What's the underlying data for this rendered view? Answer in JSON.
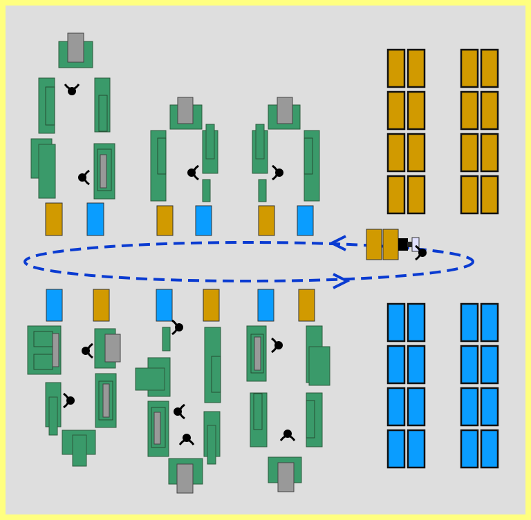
{
  "colors": {
    "frame": "#ffff80",
    "floor": "#dedede",
    "equipment": "#3a9a6a",
    "machine": "#999999",
    "gold_bin": "#d19a00",
    "blue_bin": "#0a9dff",
    "operator": "#000000",
    "route": "#0a3bd1"
  },
  "cells": {
    "upper_count": 3,
    "lower_count": 3
  },
  "storage": {
    "gold_rack_columns": 2,
    "blue_rack_columns": 2,
    "slots_per_column": 8
  },
  "icons": {
    "operator": "operator-icon",
    "vehicle": "tugger-vehicle-icon",
    "route": "loop-route-arrow"
  }
}
